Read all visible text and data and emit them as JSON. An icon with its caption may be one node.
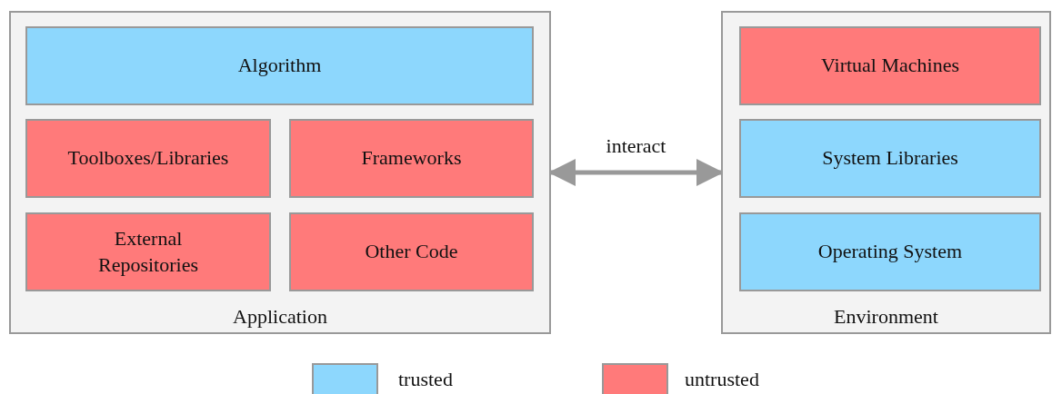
{
  "diagram": {
    "nodes": [
      {
        "text": [
          "Application"
        ]
      },
      {
        "text": [
          "Algorithm"
        ],
        "in": 0
      },
      {
        "text": [
          "Toolboxes/Libraries"
        ],
        "in": 0
      },
      {
        "text": [
          "Frameworks"
        ],
        "in": 0
      },
      {
        "text": [
          "External Repositories"
        ],
        "in": 0
      },
      {
        "text": [
          "Other Code"
        ],
        "in": 0
      },
      {
        "text": [
          "Environment"
        ]
      },
      {
        "text": [
          "Virtual Machines"
        ],
        "in": 6
      },
      {
        "text": [
          "System Libraries"
        ],
        "in": 6
      },
      {
        "text": [
          "Operating System"
        ],
        "in": 6
      }
    ],
    "edges": [
      {
        "from": 0,
        "to": 6,
        "arrow": "both",
        "label": "interact"
      }
    ],
    "legend": [
      {
        "text": "trusted",
        "color": "#8dd7fd"
      },
      {
        "text": "untrusted",
        "color": "#ff7a7a"
      }
    ]
  }
}
